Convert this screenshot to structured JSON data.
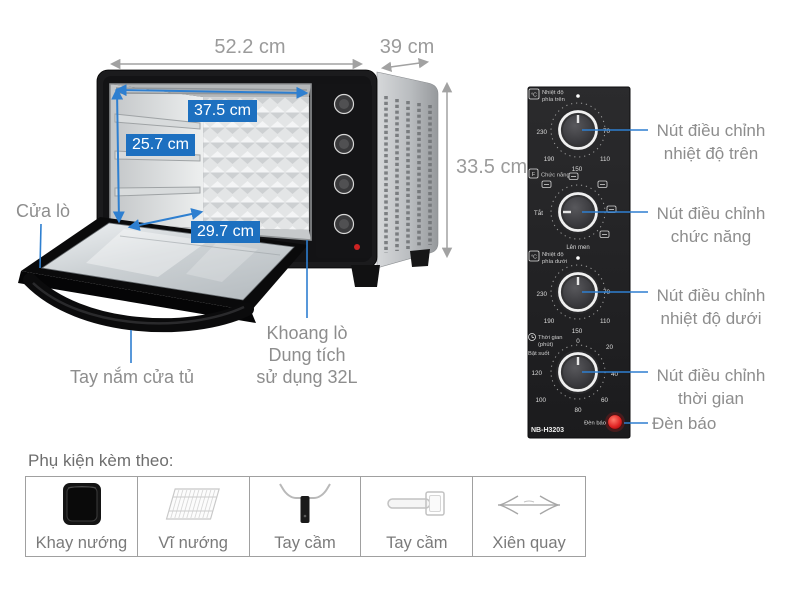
{
  "colors": {
    "accent_blue": "#1d70c0",
    "line_blue": "#2e7fd0",
    "label_gray": "#8d8d8d",
    "panel_black": "#222224",
    "led_red": "#d42020"
  },
  "dimensions": {
    "width": "52.2 cm",
    "depth": "39 cm",
    "height": "33.5 cm",
    "inner_width": "37.5 cm",
    "inner_height": "25.7 cm",
    "inner_depth": "29.7 cm"
  },
  "oven_labels": {
    "door": "Cửa lò",
    "handle": "Tay nắm cửa tủ",
    "cavity_line1": "Khoang lò",
    "cavity_line2": "Dung tích",
    "cavity_line3": "sử dụng 32L"
  },
  "control_panel": {
    "model": "NB-H3203",
    "indicator_label": "Đèn báo",
    "knob_top_temp": {
      "unit": "°C",
      "name_line1": "Nhiệt độ",
      "name_line2": "phía trên",
      "scale_left": "230",
      "scale_right": "70",
      "scale_bottom_left": "190",
      "scale_bottom_right": "110",
      "scale_bottom": "150"
    },
    "knob_function": {
      "unit": "F",
      "name": "Chức năng",
      "off": "Tắt",
      "ferment": "Lên men"
    },
    "knob_bottom_temp": {
      "unit": "°C",
      "name_line1": "Nhiệt độ",
      "name_line2": "phía dưới",
      "scale_left": "230",
      "scale_right": "70",
      "scale_bottom_left": "190",
      "scale_bottom_right": "110",
      "scale_bottom": "150"
    },
    "knob_timer": {
      "name_line1": "Thời gian",
      "name_line2": "(phút)",
      "always_on": "Bật suốt",
      "s0": "0",
      "s20": "20",
      "s40": "40",
      "s60": "60",
      "s80": "80",
      "s100": "100",
      "s120": "120"
    }
  },
  "callouts": {
    "top_temp_line1": "Nút điều chỉnh",
    "top_temp_line2": "nhiệt độ trên",
    "function_line1": "Nút điều chỉnh",
    "function_line2": "chức năng",
    "bottom_temp_line1": "Nút điều chỉnh",
    "bottom_temp_line2": "nhiệt độ dưới",
    "timer_line1": "Nút điều chỉnh",
    "timer_line2": "thời gian",
    "indicator": "Đèn báo"
  },
  "accessories": {
    "heading": "Phụ kiện kèm theo:",
    "items": [
      {
        "label": "Khay nướng",
        "icon": "baking-tray-icon"
      },
      {
        "label": "Vĩ nướng",
        "icon": "grill-rack-icon"
      },
      {
        "label": "Tay cầm",
        "icon": "rack-handle-icon"
      },
      {
        "label": "Tay cầm",
        "icon": "tray-handle-icon"
      },
      {
        "label": "Xiên quay",
        "icon": "rotisserie-skewer-icon"
      }
    ]
  }
}
